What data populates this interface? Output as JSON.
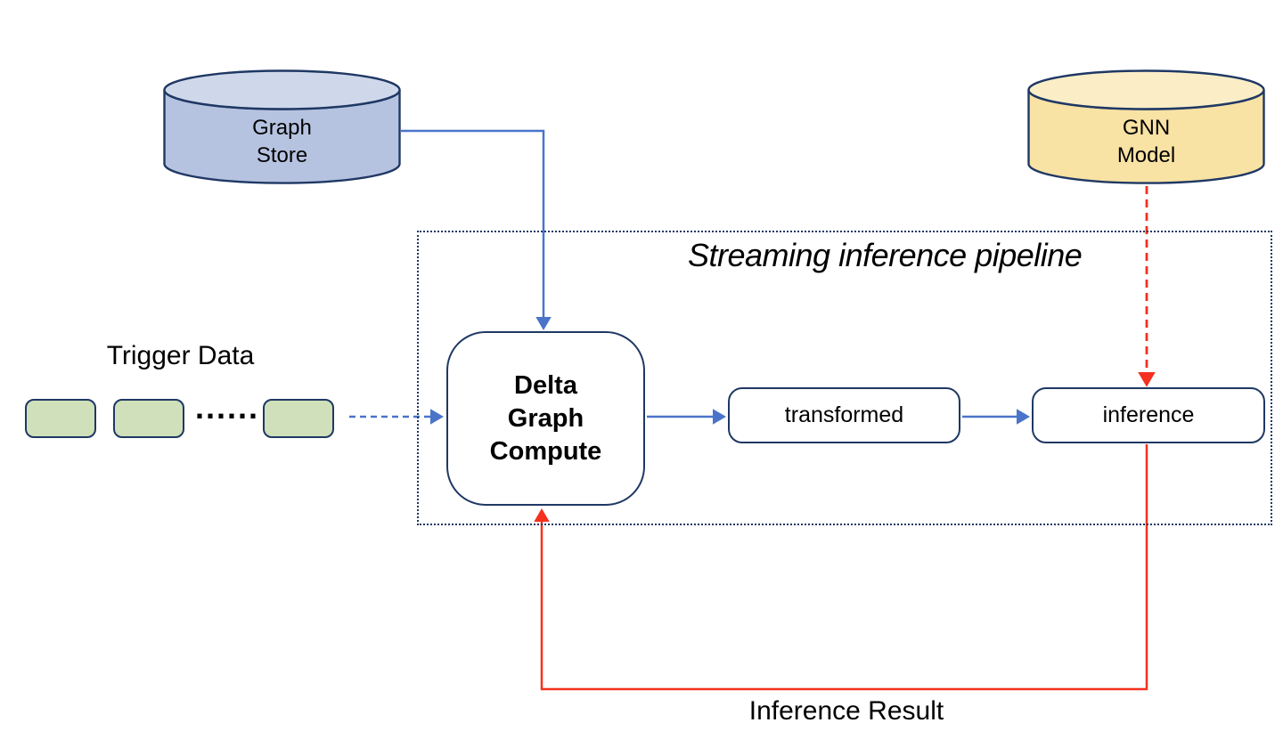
{
  "theme": {
    "blue_accent": "#4a74c9",
    "red_accent": "#f5301f",
    "navy_border": "#1f3864",
    "graph_store_fill": "#b6c3e0",
    "graph_store_top_fill": "#cfd8ea",
    "gnn_model_fill": "#f8e2a4",
    "gnn_model_top_fill": "#fbeec7",
    "trigger_block_fill": "#cfe0ba"
  },
  "labels": {
    "pipeline_title": "Streaming inference pipeline",
    "trigger_data": "Trigger Data",
    "inference_result": "Inference Result",
    "ellipsis": "......"
  },
  "nodes": {
    "graph_store": {
      "line1": "Graph",
      "line2": "Store"
    },
    "gnn_model": {
      "line1": "GNN",
      "line2": "Model"
    },
    "delta_graph_compute": {
      "line1": "Delta",
      "line2": "Graph",
      "line3": "Compute"
    },
    "transformed": {
      "label": "transformed"
    },
    "inference": {
      "label": "inference"
    }
  },
  "edges": {
    "graph_store_to_delta": {
      "style": "solid",
      "color": "blue"
    },
    "trigger_to_delta": {
      "style": "dashed",
      "color": "blue"
    },
    "delta_to_transformed": {
      "style": "solid",
      "color": "blue"
    },
    "transformed_to_inference": {
      "style": "solid",
      "color": "blue"
    },
    "gnn_model_to_inference": {
      "style": "dashed",
      "color": "red"
    },
    "inference_to_delta_feedback": {
      "style": "solid",
      "color": "red"
    }
  }
}
